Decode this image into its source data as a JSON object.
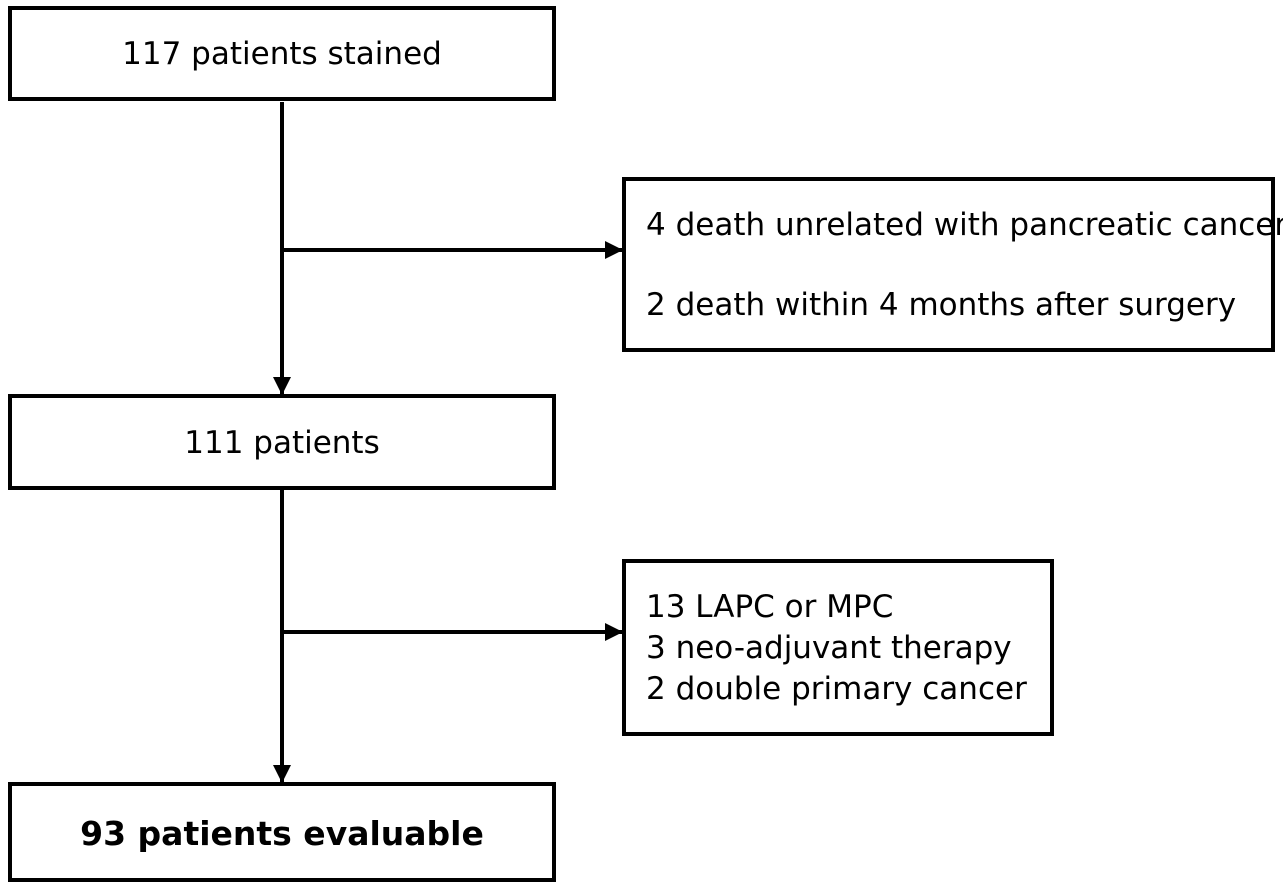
{
  "flowchart": {
    "box_start": {
      "text": "117 patients stained"
    },
    "exclusion_1": {
      "lines": [
        "4 death unrelated with pancreatic cancer",
        "2 death within 4 months after surgery"
      ]
    },
    "box_middle": {
      "text": "111 patients"
    },
    "exclusion_2": {
      "lines": [
        "13 LAPC or MPC",
        "3 neo-adjuvant therapy",
        "2 double primary cancer"
      ]
    },
    "box_final": {
      "text": "93 patients evaluable"
    }
  },
  "colors": {
    "stroke": "#000000",
    "background": "#ffffff"
  }
}
